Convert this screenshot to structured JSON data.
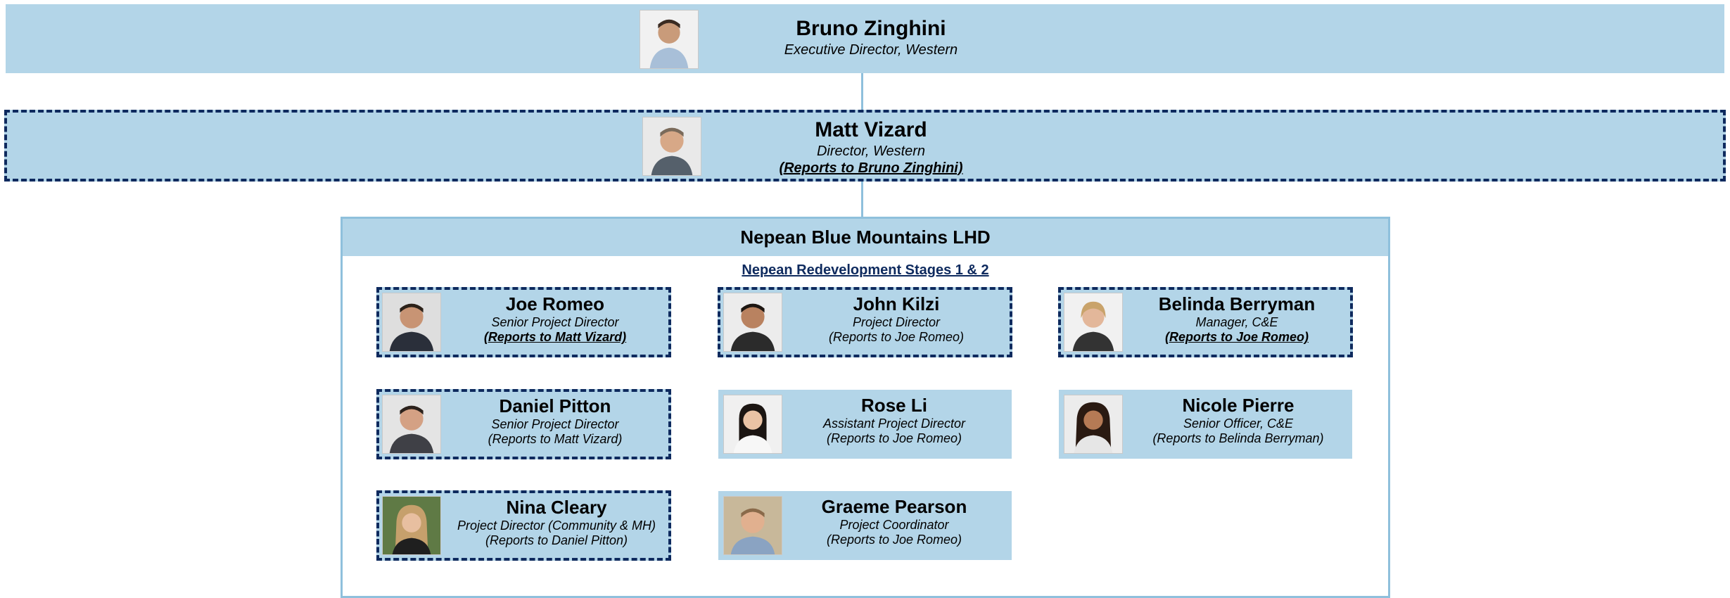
{
  "top": {
    "name": "Bruno Zinghini",
    "title": "Executive Director, Western"
  },
  "second": {
    "name": "Matt Vizard",
    "title": "Director, Western",
    "reports": "(Reports to Bruno Zinghini)"
  },
  "section": {
    "header": "Nepean Blue Mountains LHD",
    "subheading": "Nepean Redevelopment Stages 1 & 2"
  },
  "people": [
    {
      "name": "Joe Romeo",
      "title": "Senior Project Director",
      "reports": "(Reports to Matt Vizard)"
    },
    {
      "name": "John Kilzi",
      "title": "Project Director",
      "reports": "(Reports to Joe Romeo)"
    },
    {
      "name": "Belinda Berryman",
      "title": "Manager, C&E",
      "reports": "(Reports to Joe Romeo)"
    },
    {
      "name": "Daniel Pitton",
      "title": "Senior Project Director",
      "reports": "(Reports to Matt Vizard)"
    },
    {
      "name": "Rose Li",
      "title": "Assistant Project Director",
      "reports": "(Reports to Joe Romeo)"
    },
    {
      "name": "Nicole Pierre",
      "title": "Senior Officer, C&E",
      "reports": "(Reports to Belinda Berryman)"
    },
    {
      "name": "Nina Cleary",
      "title": "Project Director (Community & MH)",
      "reports": "(Reports to Daniel Pitton)"
    },
    {
      "name": "Graeme Pearson",
      "title": "Project Coordinator",
      "reports": "(Reports to Joe Romeo)"
    }
  ],
  "colors": {
    "box_fill": "#b3d5e8",
    "dashed_border": "#0e2a5e",
    "connector": "#8fc0dc"
  }
}
